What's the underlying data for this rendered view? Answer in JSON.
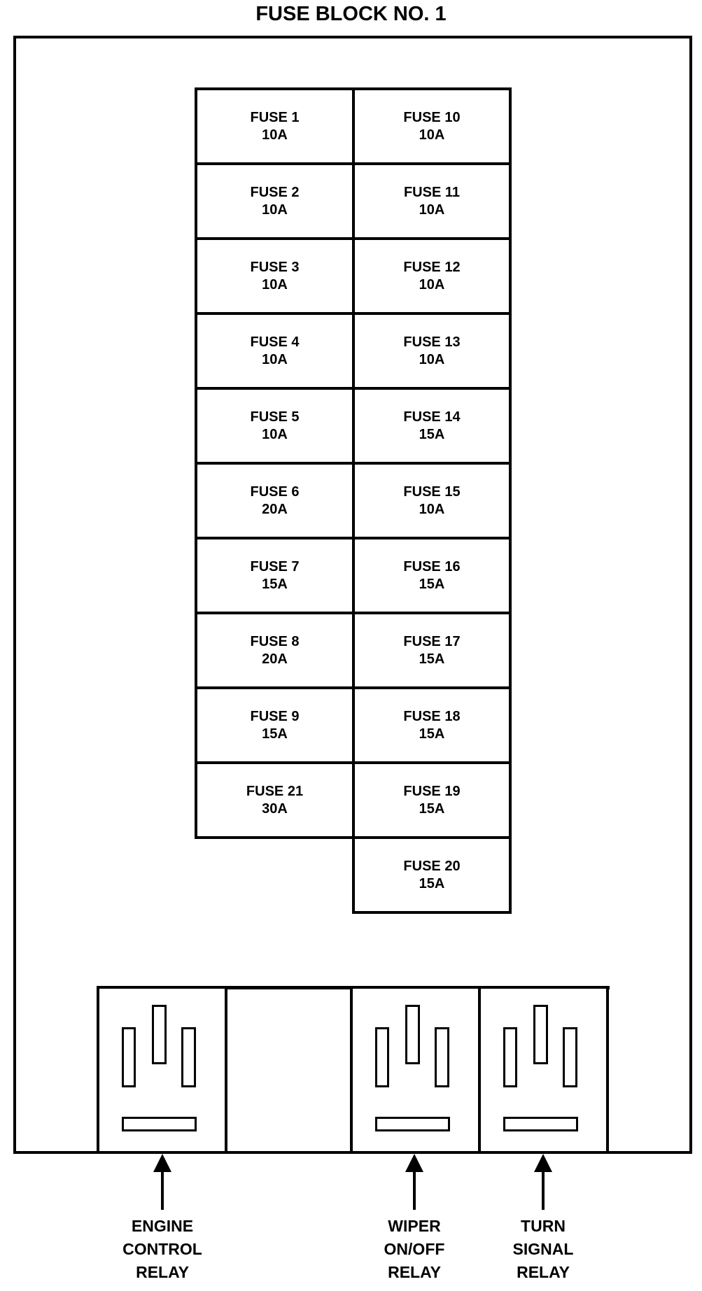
{
  "title": "FUSE BLOCK NO. 1",
  "colors": {
    "line": "#000000",
    "background": "#ffffff"
  },
  "fuse_block": {
    "left_column": [
      {
        "name": "FUSE 1",
        "rating": "10A"
      },
      {
        "name": "FUSE 2",
        "rating": "10A"
      },
      {
        "name": "FUSE 3",
        "rating": "10A"
      },
      {
        "name": "FUSE 4",
        "rating": "10A"
      },
      {
        "name": "FUSE 5",
        "rating": "10A"
      },
      {
        "name": "FUSE 6",
        "rating": "20A"
      },
      {
        "name": "FUSE 7",
        "rating": "15A"
      },
      {
        "name": "FUSE 8",
        "rating": "20A"
      },
      {
        "name": "FUSE 9",
        "rating": "15A"
      },
      {
        "name": "FUSE 21",
        "rating": "30A"
      }
    ],
    "right_column": [
      {
        "name": "FUSE 10",
        "rating": "10A"
      },
      {
        "name": "FUSE 11",
        "rating": "10A"
      },
      {
        "name": "FUSE 12",
        "rating": "10A"
      },
      {
        "name": "FUSE 13",
        "rating": "10A"
      },
      {
        "name": "FUSE 14",
        "rating": "15A"
      },
      {
        "name": "FUSE 15",
        "rating": "10A"
      },
      {
        "name": "FUSE 16",
        "rating": "15A"
      },
      {
        "name": "FUSE 17",
        "rating": "15A"
      },
      {
        "name": "FUSE 18",
        "rating": "15A"
      },
      {
        "name": "FUSE 19",
        "rating": "15A"
      },
      {
        "name": "FUSE 20",
        "rating": "15A"
      }
    ]
  },
  "relays": [
    {
      "id": "engine-control-relay",
      "lines": [
        "ENGINE",
        "CONTROL",
        "RELAY"
      ]
    },
    {
      "id": "wiper-on-off-relay",
      "lines": [
        "WIPER",
        "ON/OFF",
        "RELAY"
      ]
    },
    {
      "id": "turn-signal-relay",
      "lines": [
        "TURN",
        "SIGNAL",
        "RELAY"
      ]
    }
  ]
}
